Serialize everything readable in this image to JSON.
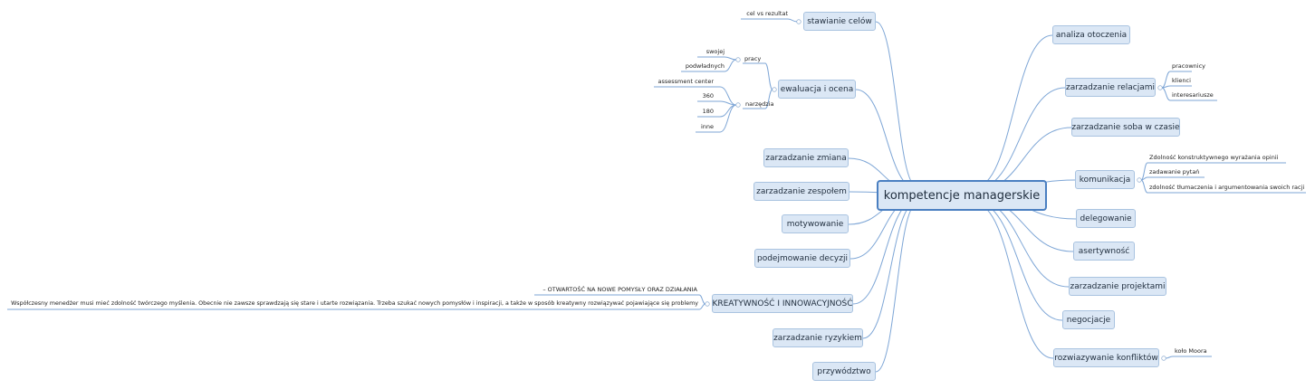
{
  "root": {
    "label": "kompetencje managerskie"
  },
  "left_branches": {
    "stawianie": {
      "label": "stawianie celów",
      "children": [
        "cel vs rezultat"
      ]
    },
    "ewaluacja": {
      "label": "ewaluacja i ocena",
      "praca": {
        "label": "pracy",
        "children": [
          "swojej",
          "podwładnych"
        ]
      },
      "narzedzia": {
        "label": "narzędzia",
        "children": [
          "assessment center",
          "360",
          "180",
          "inne"
        ]
      }
    },
    "zmiana": {
      "label": "zarzadzanie zmiana"
    },
    "zespol": {
      "label": "zarzadzanie zespołem"
    },
    "motywowanie": {
      "label": "motywowanie"
    },
    "decyzje": {
      "label": "podejmowanie decyzji"
    },
    "kreatywnosc": {
      "label": "KREATYWNOŚĆ I INNOWACYJNOŚĆ",
      "children": [
        "– OTWARTOŚĆ NA NOWE POMYSŁY ORAZ DZIAŁANIA",
        "Współczesny menedżer musi mieć zdolność twórczego myślenia. Obecnie nie zawsze sprawdzają się stare i utarte rozwiązania. Trzeba szukać nowych pomysłów i inspiracji, a także w sposób kreatywny rozwiązywać pojawiające się problemy"
      ]
    },
    "ryzyko": {
      "label": "zarzadzanie ryzykiem"
    },
    "przywodztwo": {
      "label": "przywództwo"
    }
  },
  "right_branches": {
    "otoczenie": {
      "label": "analiza otoczenia"
    },
    "relacje": {
      "label": "zarzadzanie relacjami",
      "children": [
        "pracownicy",
        "klienci",
        "interesariusze"
      ]
    },
    "czas": {
      "label": "zarzadzanie soba w czasie"
    },
    "komunikacja": {
      "label": "komunikacja",
      "children": [
        "Zdolność konstruktywnego wyrażania opinii",
        "zadawanie pytań",
        "zdolność tłumaczenia i argumentowania swoich racji"
      ]
    },
    "delegowanie": {
      "label": "delegowanie"
    },
    "asertywnosc": {
      "label": "asertywność"
    },
    "projekty": {
      "label": "zarzadzanie projektami"
    },
    "negocjacje": {
      "label": "negocjacje"
    },
    "konflikty": {
      "label": "rozwiazywanie konfliktów",
      "children": [
        "koło Moora"
      ]
    }
  },
  "colors": {
    "node_fill": "#dbe7f5",
    "node_border": "#a9c3e0",
    "root_border": "#4a7fc1",
    "line": "#7ea6d6"
  }
}
